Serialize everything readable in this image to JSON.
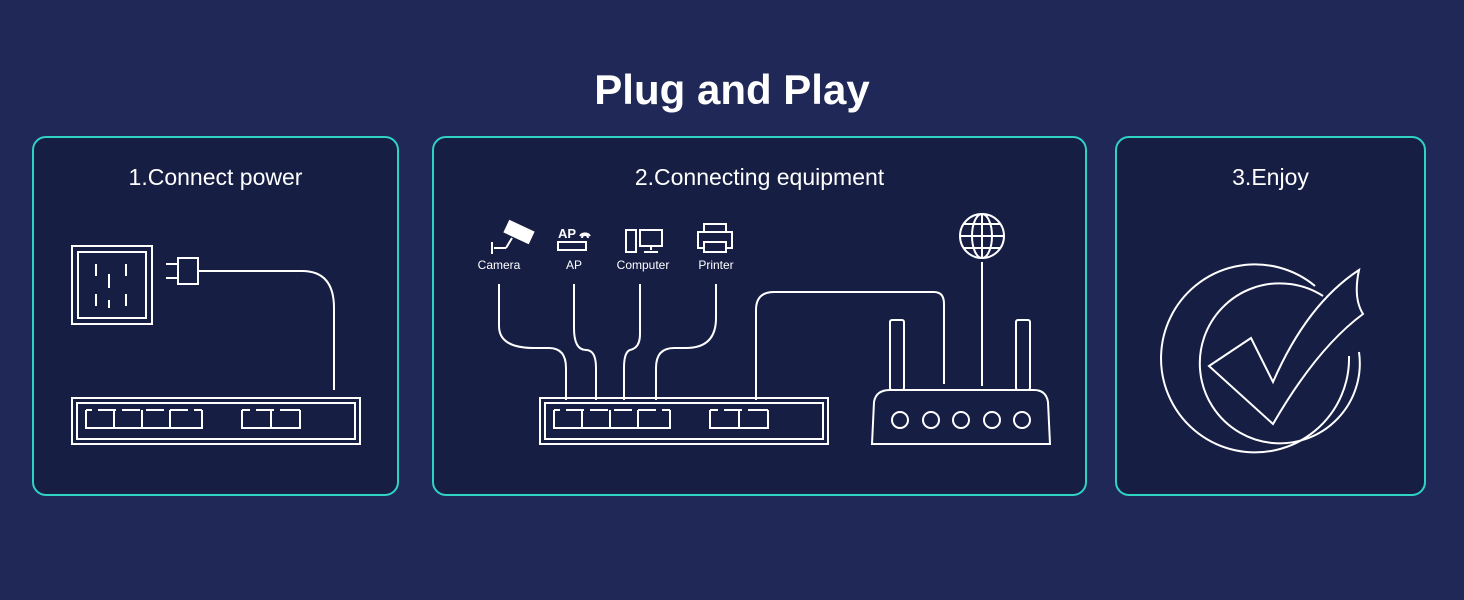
{
  "page": {
    "title": "Plug and Play"
  },
  "steps": [
    {
      "title": "1.Connect power"
    },
    {
      "title": "2.Connecting equipment"
    },
    {
      "title": "3.Enjoy"
    }
  ],
  "devices": [
    {
      "label": "Camera",
      "icon": "camera-icon"
    },
    {
      "label": "AP",
      "icon": "ap-icon"
    },
    {
      "label": "Computer",
      "icon": "computer-icon"
    },
    {
      "label": "Printer",
      "icon": "printer-icon"
    }
  ],
  "ap_badge": "AP",
  "colors": {
    "background": "#1f2856",
    "panel": "#161e44",
    "accent": "#2fd3c4",
    "line": "#ffffff"
  }
}
